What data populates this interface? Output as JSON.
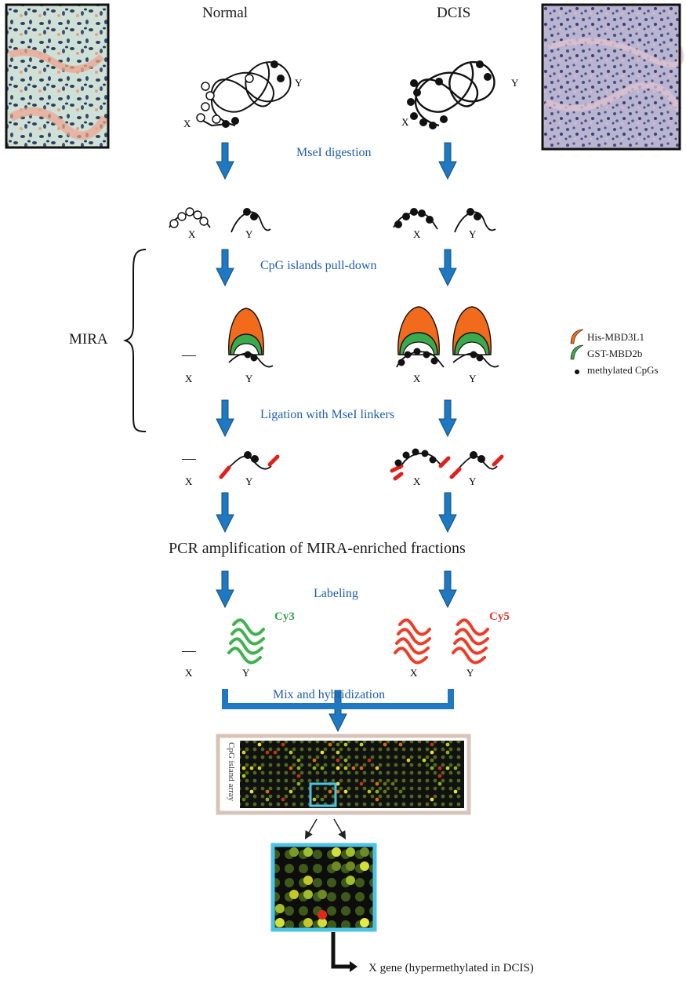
{
  "columns": {
    "left": "Normal",
    "right": "DCIS"
  },
  "steps": {
    "digestion": "MseI digestion",
    "pulldown": "CpG islands pull-down",
    "ligation": "Ligation with MseI linkers",
    "pcr": "PCR amplification of MIRA-enriched fractions",
    "labeling": "Labeling",
    "mix": "Mix and hybridization"
  },
  "bracket_label": "MIRA",
  "gene_labels": {
    "x": "X",
    "y": "Y"
  },
  "absent_marker": "—",
  "legend": {
    "items": [
      {
        "label": "His-MBD3L1",
        "color": "#f26b1d"
      },
      {
        "label": "GST-MBD2b",
        "color": "#3aaa4e"
      },
      {
        "label": "methylated CpGs",
        "color": "#000000"
      }
    ]
  },
  "dyes": {
    "cy3": {
      "label": "Cy3",
      "color": "#3fb24d"
    },
    "cy5": {
      "label": "Cy5",
      "color": "#ee3d26"
    }
  },
  "array": {
    "label": "CpG island array"
  },
  "result": "X gene (hypermethylated in DCIS)",
  "colors": {
    "arrow": "#1e78c2",
    "step_text": "#1f5fae",
    "highlight": "#4bc3e8",
    "linker": "#e0201b"
  }
}
